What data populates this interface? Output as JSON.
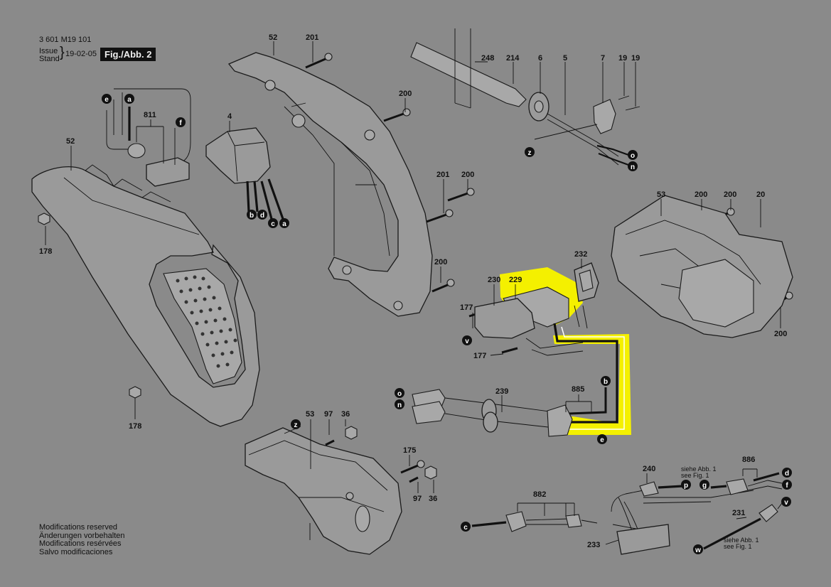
{
  "header": {
    "doc_number": "3 601 M19 101",
    "issue_label": "Issue",
    "stand_label": "Stand",
    "date": "19-02-05",
    "figure_label": "Fig./Abb. 2"
  },
  "footer": {
    "lines": [
      "Modifications reserved",
      "Änderungen vorbehalten",
      "Modifications resérvées",
      "Salvo modificaciones"
    ]
  },
  "part_numbers": {
    "p52_top": "52",
    "p201_top": "201",
    "p248": "248",
    "p214": "214",
    "p6": "6",
    "p5": "5",
    "p7": "7",
    "p19a": "19",
    "p19b": "19",
    "p811": "811",
    "p200_a": "200",
    "p4": "4",
    "p52_left": "52",
    "p201_mid": "201",
    "p200_b": "200",
    "p53_right": "53",
    "p200_c": "200",
    "p200_d": "200",
    "p20": "20",
    "p178_top": "178",
    "p232": "232",
    "p200_e": "200",
    "p230": "230",
    "p229": "229",
    "p177_a": "177",
    "p177_b": "177",
    "p200_f": "200",
    "p239": "239",
    "p885": "885",
    "p178_bottom": "178",
    "p53_bottom": "53",
    "p97_a": "97",
    "p36_a": "36",
    "p175": "175",
    "p97_b": "97",
    "p36_b": "36",
    "p240": "240",
    "p886": "886",
    "p882": "882",
    "p231": "231",
    "p233": "233"
  },
  "wire_codes": {
    "e_top": "e",
    "a_top": "a",
    "f_top": "f",
    "b": "b",
    "d": "d",
    "c": "c",
    "a": "a",
    "z_top": "z",
    "o_top": "o",
    "n_top": "n",
    "v": "v",
    "b_right": "b",
    "o_mid": "o",
    "n_mid": "n",
    "e_mid": "e",
    "z_bottom": "z",
    "p": "p",
    "g": "g",
    "d_right": "d",
    "f_right": "f",
    "c_bottom": "c",
    "v_right": "v",
    "w": "w"
  },
  "references": {
    "ref_240": [
      "siehe Abb. 1",
      "see Fig. 1"
    ],
    "ref_231": [
      "siehe Abb. 1",
      "see Fig. 1"
    ]
  },
  "highlight_color": "#f4f000"
}
